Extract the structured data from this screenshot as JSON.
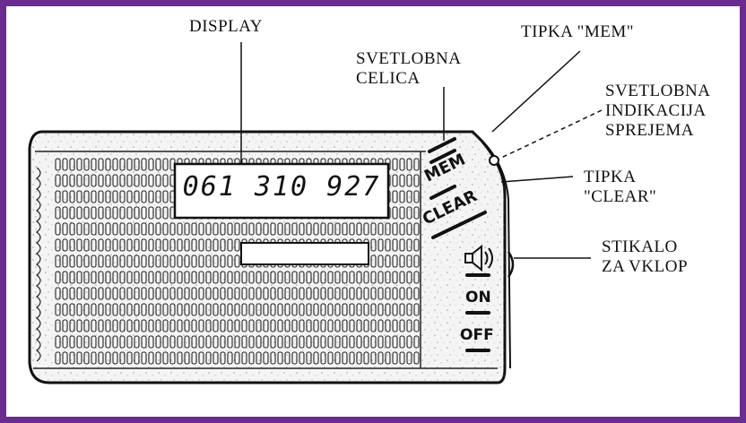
{
  "display_number": "061 310 927",
  "device_buttons": {
    "mem": "MEM",
    "clear": "CLEAR",
    "on": "ON",
    "off": "OFF"
  },
  "icons": {
    "speaker": "speaker-icon"
  },
  "labels": {
    "display": "DISPLAY",
    "svetlobna_celica_line1": "SVETLOBNA",
    "svetlobna_celica_line2": "CELICA",
    "tipka_mem": "TIPKA \"MEM\"",
    "indikacija_line1": "SVETLOBNA",
    "indikacija_line2": "INDIKACIJA",
    "indikacija_line3": "SPREJEMA",
    "tipka_clear_line1": "TIPKA",
    "tipka_clear_line2": "\"CLEAR\"",
    "stikalo_line1": "STIKALO",
    "stikalo_line2": "ZA VKLOP"
  },
  "colors": {
    "border": "#6b2c91",
    "ink": "#111111",
    "background": "#ffffff"
  }
}
